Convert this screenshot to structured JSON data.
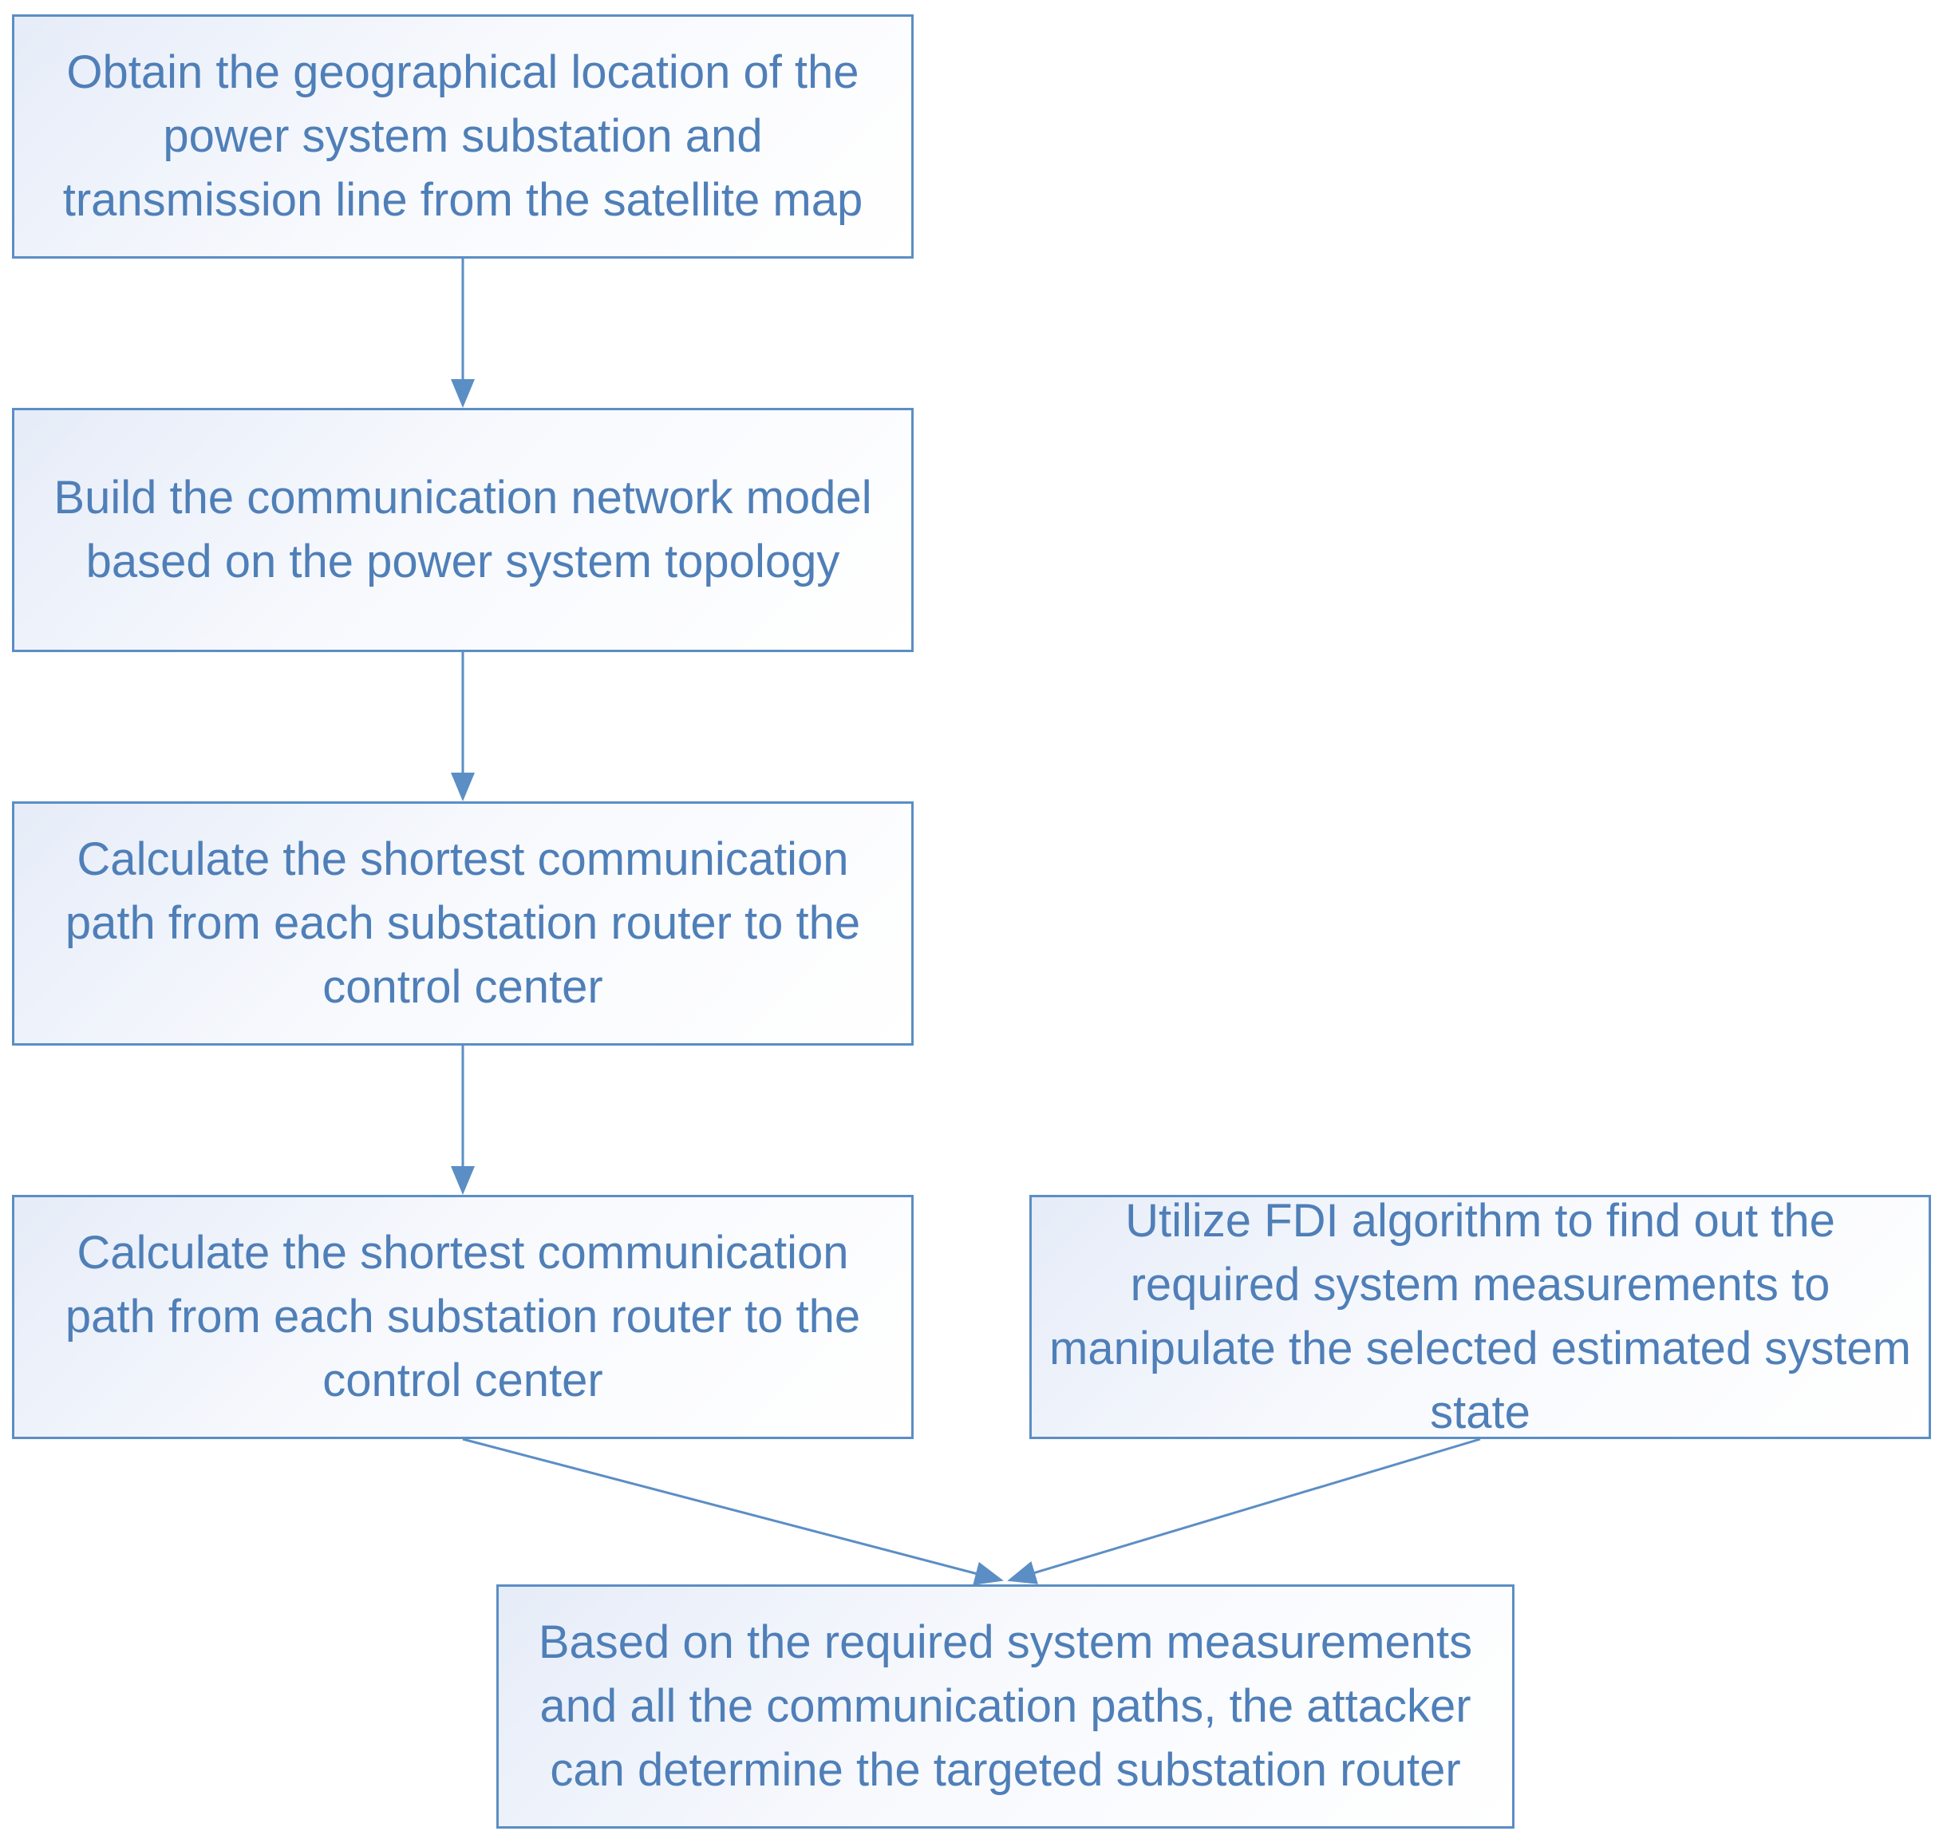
{
  "steps": [
    {
      "id": "obtain-location",
      "text": "Obtain the geographical location of the power system substation and transmission line from the satellite map"
    },
    {
      "id": "build-network-model",
      "text": "Build the communication network model based on the power system topology"
    },
    {
      "id": "calculate-shortest-path-1",
      "text": "Calculate the shortest communication path from each substation router to the control center"
    },
    {
      "id": "calculate-shortest-path-2",
      "text": "Calculate the shortest communication path from each substation router to the control center"
    },
    {
      "id": "fdi-algorithm",
      "text": "Utilize FDI algorithm to find out the required system measurements to manipulate the selected estimated system state"
    },
    {
      "id": "determine-target",
      "text": "Based on the required system measurements and all the communication paths, the attacker can determine the targeted substation router"
    }
  ],
  "connections": [
    {
      "from": "obtain-location",
      "to": "build-network-model"
    },
    {
      "from": "build-network-model",
      "to": "calculate-shortest-path-1"
    },
    {
      "from": "calculate-shortest-path-1",
      "to": "calculate-shortest-path-2"
    },
    {
      "from": "calculate-shortest-path-2",
      "to": "determine-target"
    },
    {
      "from": "fdi-algorithm",
      "to": "determine-target"
    }
  ],
  "colors": {
    "border": "#5b8ec5",
    "text": "#4f7fb8",
    "arrow": "#5b8ec5"
  }
}
